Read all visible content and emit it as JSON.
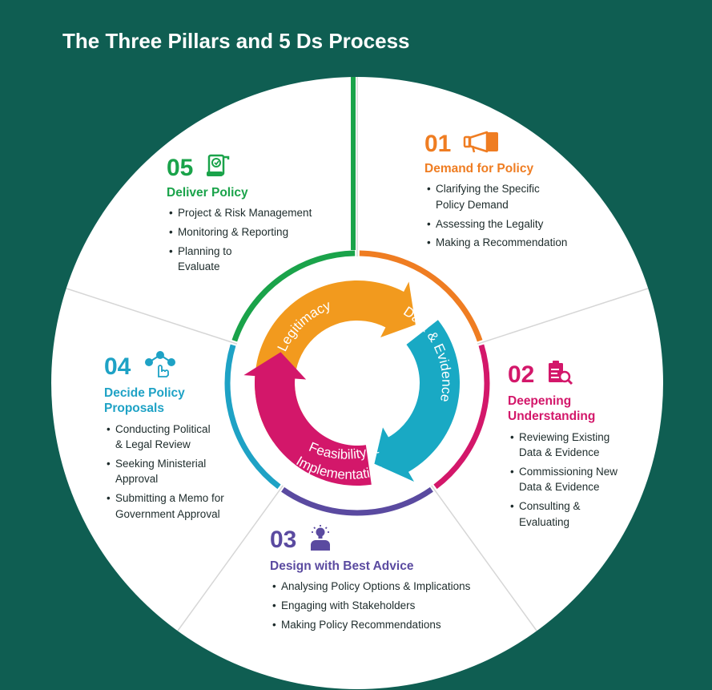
{
  "title": "The Three Pillars and 5 Ds Process",
  "colors": {
    "background": "#0f5e52",
    "wheel": "#ffffff",
    "d1": "#ef7d22",
    "d2": "#d3176a",
    "d3": "#5a4aa0",
    "d4": "#1ea2c5",
    "d5": "#1aa34a"
  },
  "pillars": [
    {
      "label": "Legitimacy",
      "color": "#f29a1e"
    },
    {
      "label": "Data & Evidence",
      "color": "#19a9c4"
    },
    {
      "label": "Feasibility &",
      "label2": "Implementation",
      "color": "#d3176a"
    }
  ],
  "segments": {
    "d1": {
      "number": "01",
      "icon": "megaphone-icon",
      "heading": "Demand for Policy",
      "items": [
        "Clarifying the Specific\nPolicy Demand",
        "Assessing the Legality",
        "Making a Recommendation"
      ]
    },
    "d2": {
      "number": "02",
      "icon": "document-search-icon",
      "heading": "Deepening\nUnderstanding",
      "items": [
        "Reviewing Existing\nData & Evidence",
        "Commissioning New\nData & Evidence",
        "Consulting &\nEvaluating"
      ]
    },
    "d3": {
      "number": "03",
      "icon": "person-lightbulb-icon",
      "heading": "Design with Best Advice",
      "items": [
        "Analysing Policy Options & Implications",
        "Engaging with Stakeholders",
        "Making Policy Recommendations"
      ]
    },
    "d4": {
      "number": "04",
      "icon": "network-hand-icon",
      "heading": "Decide Policy\nProposals",
      "items": [
        "Conducting Political\n& Legal Review",
        "Seeking Ministerial\nApproval",
        "Submitting a Memo for\nGovernment Approval"
      ]
    },
    "d5": {
      "number": "05",
      "icon": "certificate-scroll-icon",
      "heading": "Deliver Policy",
      "items": [
        "Project & Risk Management",
        "Monitoring & Reporting",
        "Planning to\nEvaluate"
      ]
    }
  }
}
